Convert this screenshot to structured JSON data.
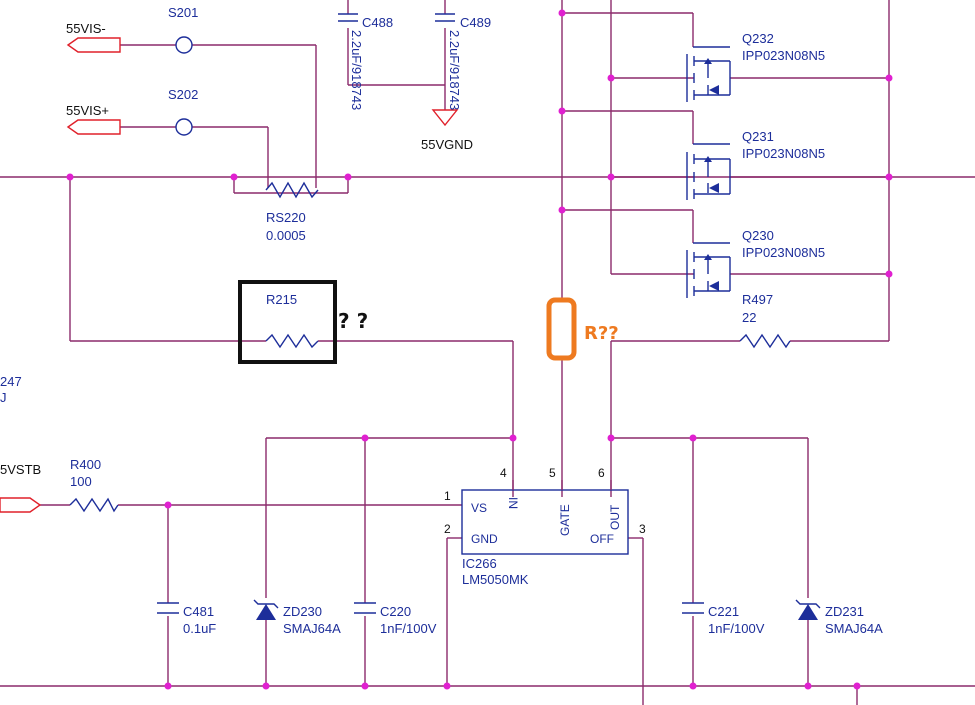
{
  "ports": {
    "vis_minus": "55VIS-",
    "vis_plus": "55VIS+",
    "vgnd": "55VGND",
    "vstb": "5VSTB",
    "left_cut_top": "247",
    "left_cut_bot": "J"
  },
  "switches": {
    "s201": "S201",
    "s202": "S202"
  },
  "capacitors": {
    "c488": {
      "ref": "C488",
      "value": "2.2uF/918743"
    },
    "c489": {
      "ref": "C489",
      "value": "2.2uF/918743"
    },
    "c481": {
      "ref": "C481",
      "value": "0.1uF"
    },
    "c220": {
      "ref": "C220",
      "value": "1nF/100V"
    },
    "c221": {
      "ref": "C221",
      "value": "1nF/100V"
    }
  },
  "resistors": {
    "rs220": {
      "ref": "RS220",
      "value": "0.0005"
    },
    "r215": {
      "ref": "R215"
    },
    "r400": {
      "ref": "R400",
      "value": "100"
    },
    "r497": {
      "ref": "R497",
      "value": "22"
    }
  },
  "mosfets": [
    {
      "ref": "Q232",
      "part": "IPP023N08N5"
    },
    {
      "ref": "Q231",
      "part": "IPP023N08N5"
    },
    {
      "ref": "Q230",
      "part": "IPP023N08N5"
    }
  ],
  "zeners": {
    "zd230": {
      "ref": "ZD230",
      "part": "SMAJ64A"
    },
    "zd231": {
      "ref": "ZD231",
      "part": "SMAJ64A"
    }
  },
  "ic": {
    "ref": "IC266",
    "part": "LM5050MK",
    "pins": {
      "vs": "VS",
      "in": "IN",
      "gate": "GATE",
      "out": "OUT",
      "gnd": "GND",
      "off": "OFF"
    },
    "pin_numbers": {
      "p1": "1",
      "p2": "2",
      "p3": "3",
      "p4": "4",
      "p5": "5",
      "p6": "6"
    }
  },
  "annotations": {
    "r215_question": "? ?",
    "missing_resistor": "R??"
  },
  "colors": {
    "wire": "#8b2a6b",
    "component": "#1d2e9a",
    "port": "#e0202a",
    "junction": "#e020d0",
    "highlight_box": "#111111",
    "annotation": "#ee7a20"
  }
}
